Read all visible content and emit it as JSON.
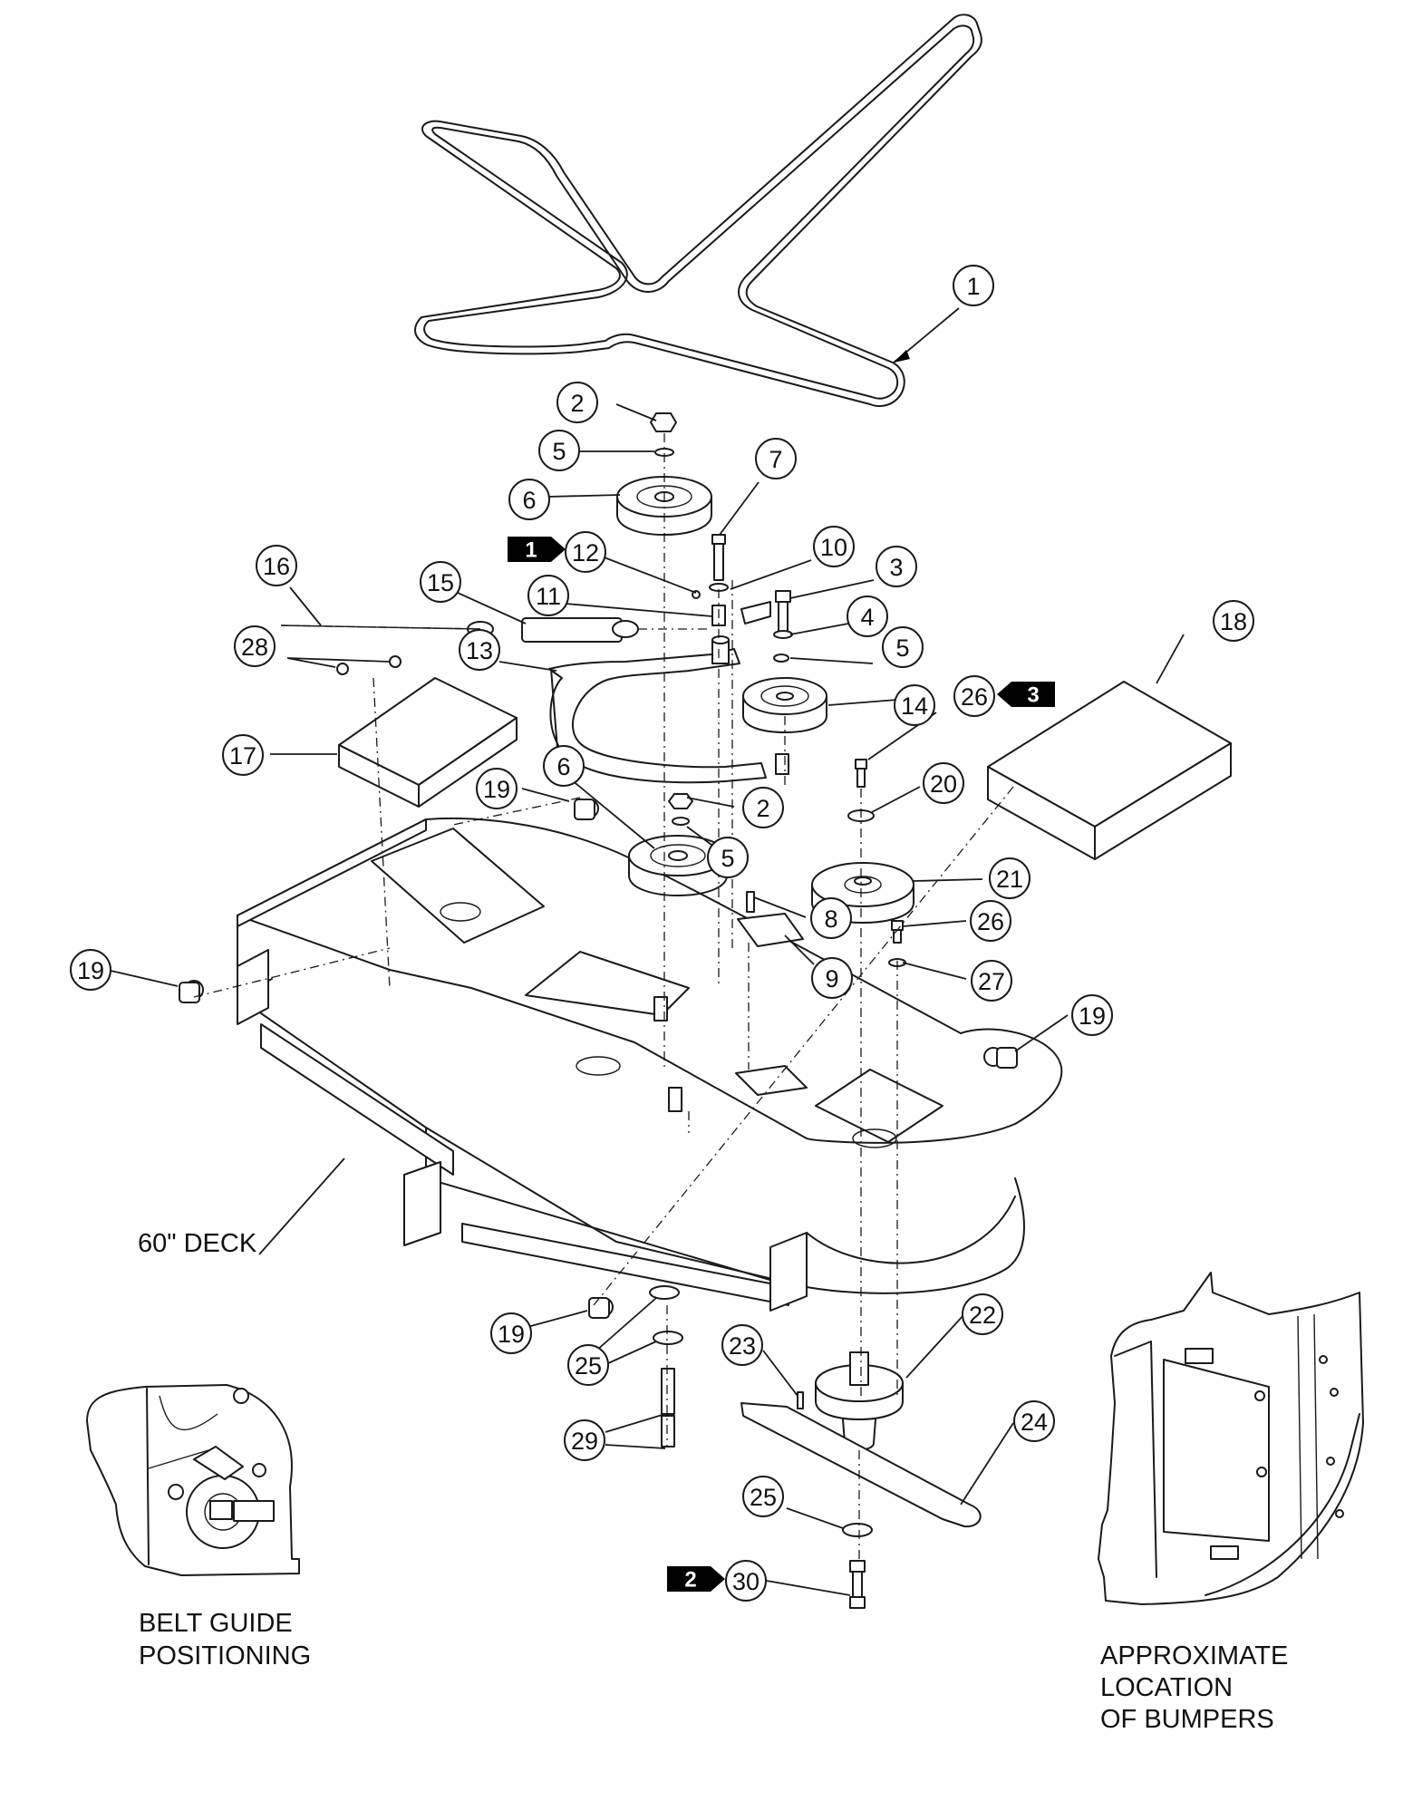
{
  "callouts": [
    "1",
    "2",
    "5",
    "6",
    "7",
    "12",
    "10",
    "3",
    "16",
    "15",
    "11",
    "4",
    "28",
    "13",
    "5",
    "14",
    "26",
    "18",
    "17",
    "19",
    "6",
    "2",
    "20",
    "5",
    "21",
    "8",
    "26",
    "19",
    "9",
    "27",
    "19",
    "19",
    "22",
    "23",
    "25",
    "24",
    "29",
    "25",
    "30"
  ],
  "flags": [
    "1",
    "3",
    "2"
  ],
  "labels": {
    "deck": "60\" DECK",
    "belt_guide_line1": "BELT GUIDE",
    "belt_guide_line2": "POSITIONING",
    "bumpers_line1": "APPROXIMATE",
    "bumpers_line2": "LOCATION",
    "bumpers_line3": "OF BUMPERS"
  }
}
